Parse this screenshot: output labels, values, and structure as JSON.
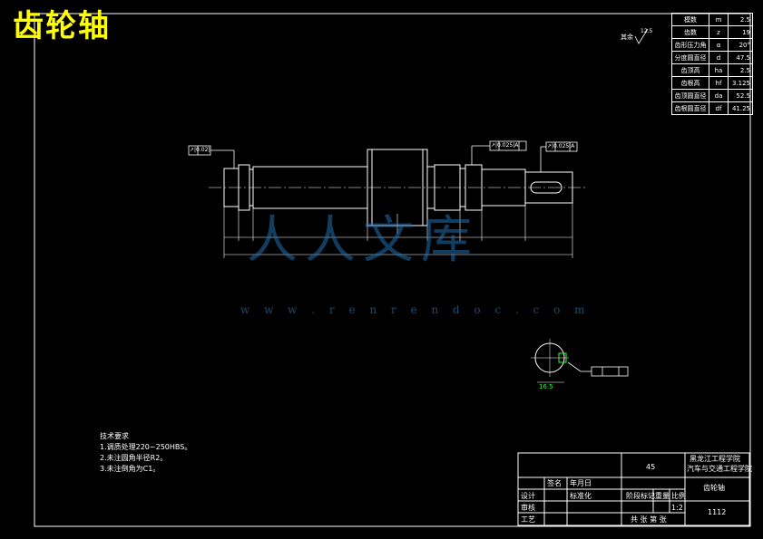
{
  "title": "齿轮轴",
  "watermark": {
    "text": "人人文库",
    "url": "w w w . r e n r e n d o c . c o m"
  },
  "roughness_note": "其余",
  "roughness_value": "12.5",
  "gear_params": [
    {
      "name": "模数",
      "symbol": "m",
      "value": "2.5"
    },
    {
      "name": "齿数",
      "symbol": "z",
      "value": "19"
    },
    {
      "name": "齿形压力角",
      "symbol": "α",
      "value": "20°"
    },
    {
      "name": "分度圆直径",
      "symbol": "d",
      "value": "47.5"
    },
    {
      "name": "齿顶高",
      "symbol": "ha",
      "value": "2.5"
    },
    {
      "name": "齿根高",
      "symbol": "hf",
      "value": "3.125"
    },
    {
      "name": "齿顶圆直径",
      "symbol": "da",
      "value": "52.5"
    },
    {
      "name": "齿根圆直径",
      "symbol": "df",
      "value": "41.25"
    }
  ],
  "tolerance_frames": {
    "left": "↗|0.02|",
    "mid1": "↗|0.025|A",
    "mid2": "↗|0.025|A"
  },
  "section_label": "16.5",
  "tech_requirements": {
    "heading": "技术要求",
    "items": [
      "1.调质处理220~250HBS。",
      "2.未注圆角半径R2。",
      "3.未注倒角为C1。"
    ]
  },
  "title_block": {
    "school": "黑龙江工程学院",
    "dept": "汽车与交通工程学院",
    "material": "45",
    "part_name": "齿轮轴",
    "drawing_no": "1112",
    "scale": "1:2",
    "label_stage": "阶段标记",
    "label_weight": "重量",
    "label_scale": "比例",
    "label_designer": "设计",
    "label_check": "审核",
    "label_process": "工艺",
    "label_std": "标准化",
    "label_sign": "签名",
    "label_date": "年月日",
    "label_sheet": "共 张 第 张"
  }
}
